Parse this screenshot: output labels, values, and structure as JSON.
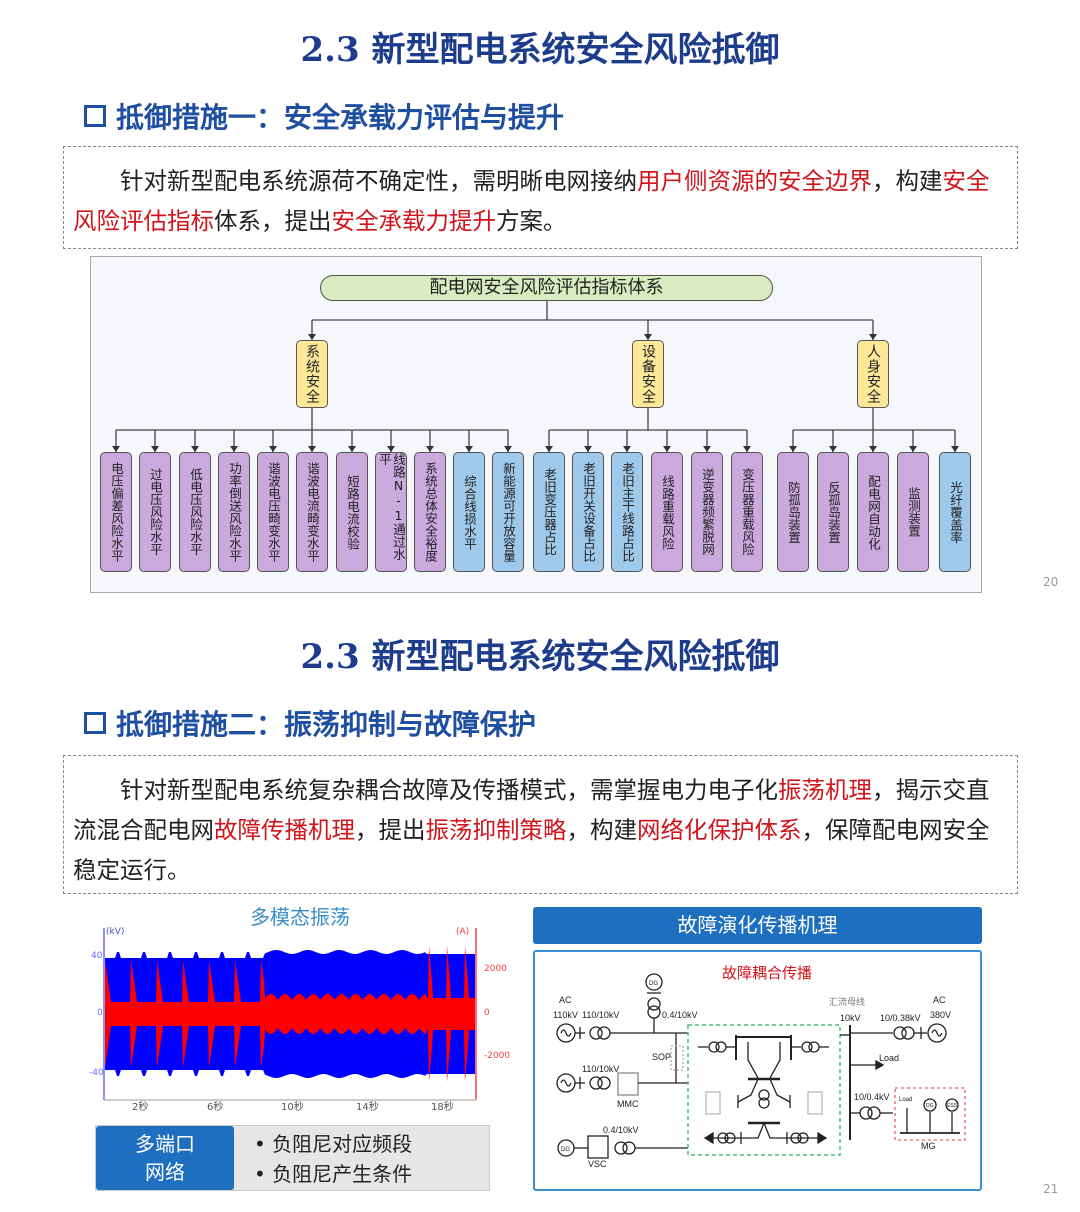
{
  "slide1": {
    "title": "2.3 新型配电系统安全风险抵御",
    "subtitle": "抵御措施一：安全承载力评估与提升",
    "paragraph": [
      {
        "text": "针对新型配电系统源荷不确定性，需明晰电网接纳"
      },
      {
        "text": "用户侧资源的安全边界"
      },
      {
        "text": "，构建"
      },
      {
        "text": "安全风险评估指标"
      },
      {
        "text": "体系，提出"
      },
      {
        "text": "安全承载力提升"
      },
      {
        "text": "方案。"
      }
    ],
    "tree": {
      "root": "配电网安全风险评估指标体系",
      "categories": [
        {
          "label": "系统安全",
          "items": [
            {
              "label": "电压偏差风险水平",
              "color": "purple"
            },
            {
              "label": "过电压风险水平",
              "color": "purple"
            },
            {
              "label": "低电压风险水平",
              "color": "purple"
            },
            {
              "label": "功率倒送风险水平",
              "color": "purple"
            },
            {
              "label": "谐波电压畸变水平",
              "color": "purple"
            },
            {
              "label": "谐波电流畸变水平",
              "color": "purple"
            },
            {
              "label": "短路电流校验",
              "color": "purple"
            },
            {
              "label": "线路N-1通过水平",
              "color": "purple"
            },
            {
              "label": "系统总体安全裕度",
              "color": "purple"
            },
            {
              "label": "综合线损水平",
              "color": "blue"
            },
            {
              "label": "新能源可开放容量",
              "color": "blue"
            }
          ]
        },
        {
          "label": "设备安全",
          "items": [
            {
              "label": "老旧变压器占比",
              "color": "blue"
            },
            {
              "label": "老旧开关设备占比",
              "color": "blue"
            },
            {
              "label": "老旧主干线路占比",
              "color": "blue"
            },
            {
              "label": "线路重载风险",
              "color": "purple"
            },
            {
              "label": "逆变器频繁脱网",
              "color": "purple"
            },
            {
              "label": "变压器重载风险",
              "color": "purple"
            }
          ]
        },
        {
          "label": "人身安全",
          "items": [
            {
              "label": "防孤岛装置",
              "color": "purple"
            },
            {
              "label": "反孤岛装置",
              "color": "purple"
            },
            {
              "label": "配电网自动化",
              "color": "purple"
            },
            {
              "label": "监测装置",
              "color": "purple"
            },
            {
              "label": "光纤覆盖率",
              "color": "blue"
            }
          ]
        }
      ]
    },
    "page_number": "20"
  },
  "slide2": {
    "title": "2.3 新型配电系统安全风险抵御",
    "subtitle": "抵御措施二：振荡抑制与故障保护",
    "paragraph": [
      {
        "text": "针对新型配电系统复杂耦合故障及传播模式，需掌握电力电子化"
      },
      {
        "text": "振荡机理"
      },
      {
        "text": "，揭示交直流混合配电网"
      },
      {
        "text": "故障传播机理"
      },
      {
        "text": "，提出"
      },
      {
        "text": "振荡抑制策略"
      },
      {
        "text": "，构建"
      },
      {
        "text": "网络化保护体系"
      },
      {
        "text": "，保障配电网安全稳定运行。"
      }
    ],
    "waveform": {
      "title": "多模态振荡",
      "left_unit": "(kV)",
      "right_unit": "(A)",
      "left_ticks": [
        "40",
        "0",
        "-40"
      ],
      "right_ticks": [
        "2000",
        "0",
        "-2000"
      ],
      "x_ticks": [
        "2秒",
        "6秒",
        "10秒",
        "14秒",
        "18秒"
      ],
      "colors": {
        "voltage": "#0000ff",
        "current": "#ff0000"
      }
    },
    "network_box": {
      "label_line1": "多端口",
      "label_line2": "网络",
      "bullets": [
        "负阻尼对应频段",
        "负阻尼产生条件"
      ]
    },
    "fault_panel": {
      "header": "故障演化传播机理",
      "diagram_title": "故障耦合传播",
      "labels": {
        "ac_left": "AC",
        "v110": "110kV",
        "t110_10": "110/10kV",
        "t04_10_top": "0.4/10kV",
        "sop": "SOP",
        "t110_10_b": "110/10kV",
        "mmc": "MMC",
        "t04_10_bottom": "0.4/10kV",
        "vsc": "VSC",
        "dg": "DG",
        "busbar": "汇流母线",
        "v10": "10kV",
        "t10_038": "10/0.38kV",
        "ac_right": "AC",
        "v380": "380V",
        "load": "Load",
        "t10_04": "10/0.4kV",
        "mg": "MG",
        "mg_load": "Load",
        "mg_dg": "DG",
        "mg_ess": "ESS"
      }
    },
    "page_number": "21"
  }
}
